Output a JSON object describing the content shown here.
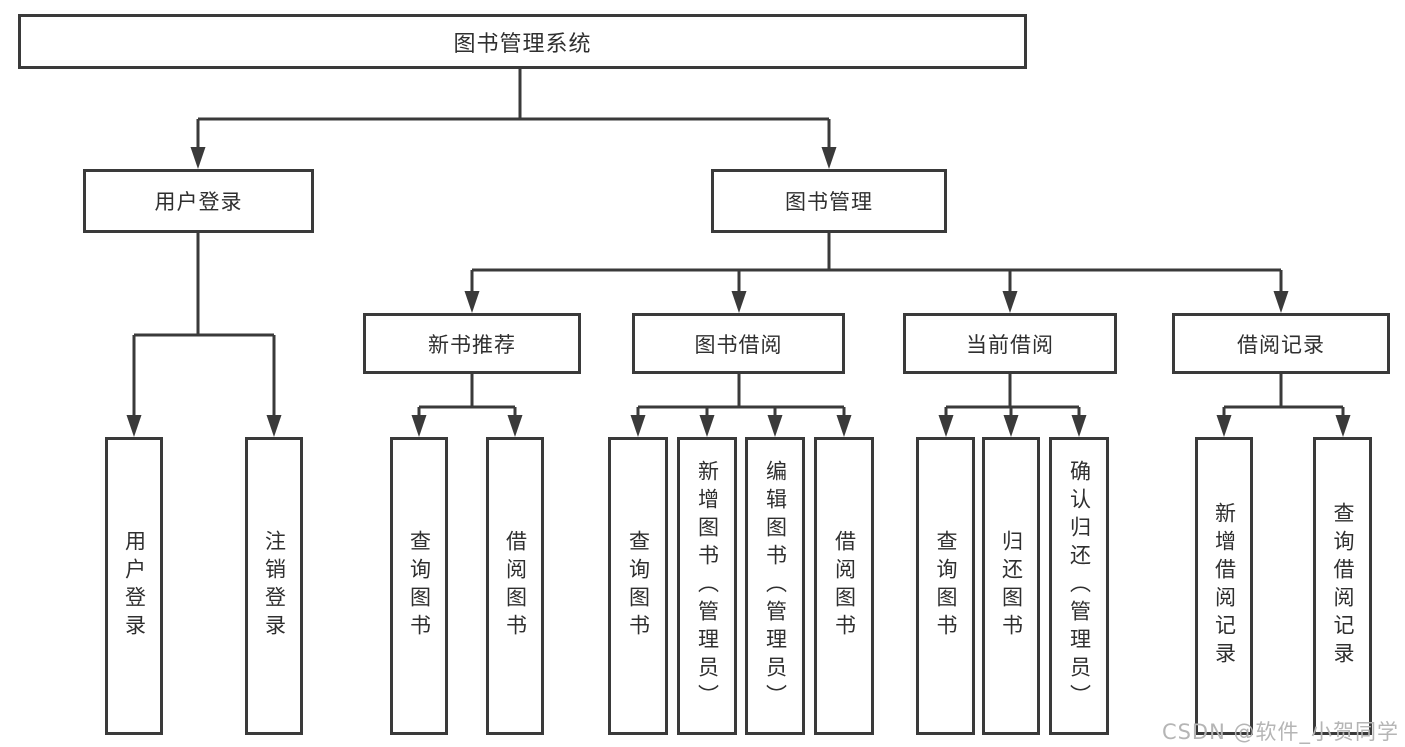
{
  "nodes": {
    "root": "图书管理系统",
    "level2": [
      "用户登录",
      "图书管理"
    ],
    "level3": [
      "新书推荐",
      "图书借阅",
      "当前借阅",
      "借阅记录"
    ],
    "user_login_children": [
      "用户登录",
      "注销登录"
    ],
    "new_book_children": [
      "查询图书",
      "借阅图书"
    ],
    "book_borrow_children": [
      "查询图书",
      "新增图书（管理员）",
      "编辑图书（管理员）",
      "借阅图书"
    ],
    "current_borrow_children": [
      "查询图书",
      "归还图书",
      "确认归还（管理员）"
    ],
    "borrow_record_children": [
      "新增借阅记录",
      "查询借阅记录"
    ]
  },
  "watermark": "CSDN @软件_小贺同学",
  "colors": {
    "line": "#3a3a3a",
    "text": "#2f2f2f",
    "watermark": "#b5b5b5",
    "background": "#ffffff"
  }
}
